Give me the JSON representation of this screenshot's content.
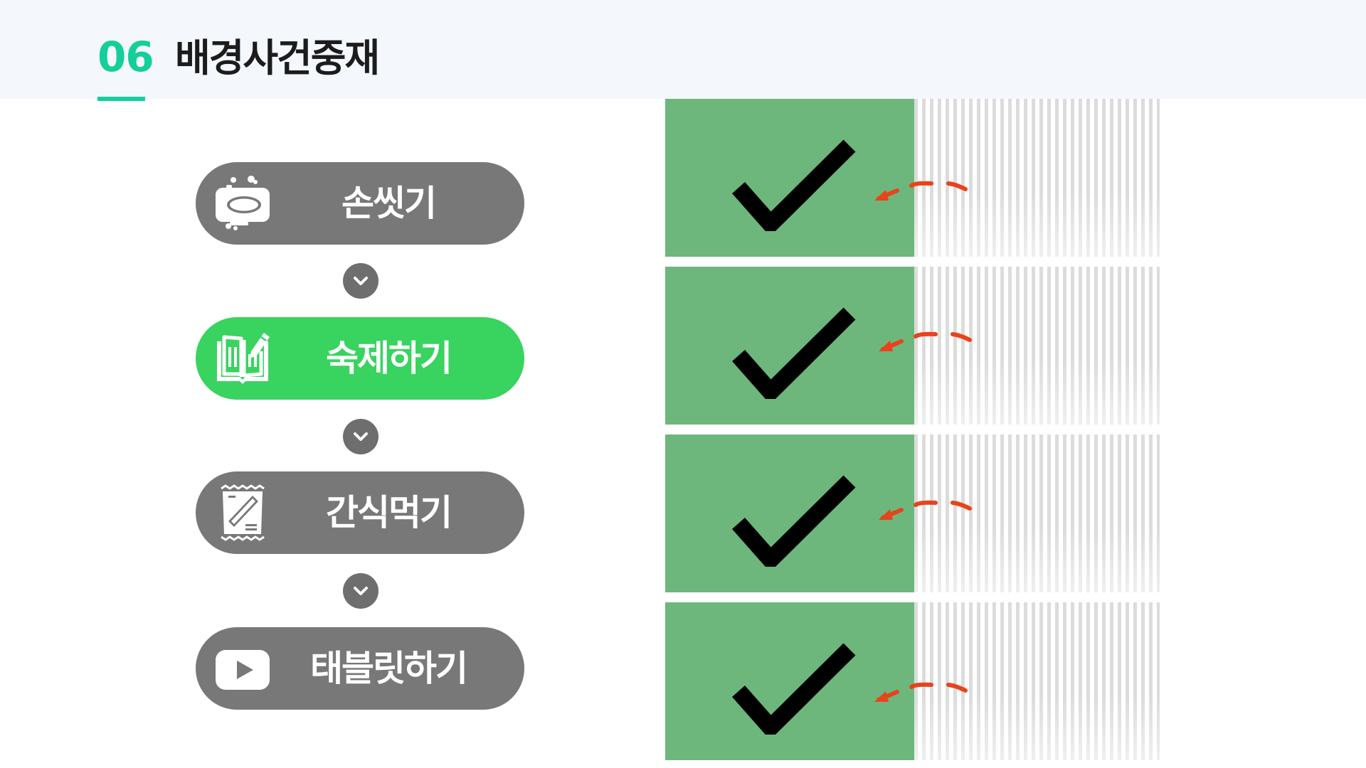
{
  "header": {
    "section_number": "06",
    "section_title": "배경사건중재"
  },
  "routine": {
    "steps": [
      {
        "label": "손씻기",
        "icon": "hand-wash-soap-icon",
        "active": false
      },
      {
        "label": "숙제하기",
        "icon": "book-pencil-icon",
        "active": true
      },
      {
        "label": "간식먹기",
        "icon": "snack-bag-icon",
        "active": false
      },
      {
        "label": "태블릿하기",
        "icon": "play-video-icon",
        "active": false
      }
    ],
    "connector_icon": "chevron-down-icon"
  },
  "checklist": {
    "rows": [
      {
        "checked": true,
        "icon": "checkmark-icon",
        "pointer": "dashed-arrow-left-icon"
      },
      {
        "checked": true,
        "icon": "checkmark-icon",
        "pointer": "dashed-arrow-left-icon"
      },
      {
        "checked": true,
        "icon": "checkmark-icon",
        "pointer": "dashed-arrow-left-icon"
      },
      {
        "checked": true,
        "icon": "checkmark-icon",
        "pointer": "dashed-arrow-left-icon"
      }
    ]
  },
  "colors": {
    "accent": "#13cf9a",
    "pill_default": "#787878",
    "pill_active": "#39d360",
    "check_cell": "#6db77c",
    "arrow": "#e8431b"
  }
}
